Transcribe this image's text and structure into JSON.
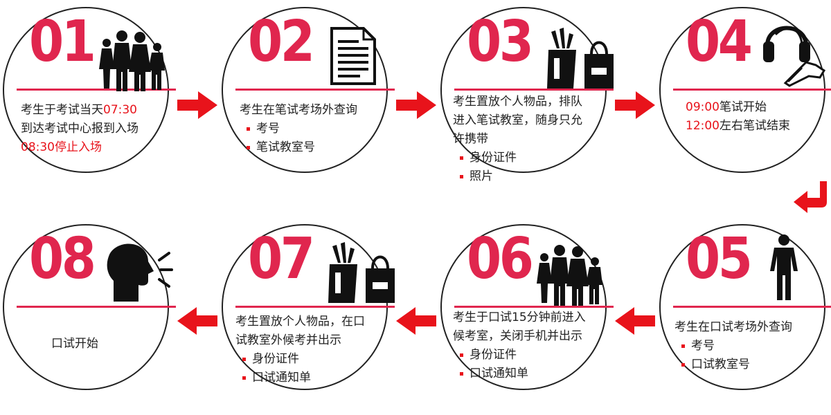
{
  "colors": {
    "accent": "#e0264e",
    "highlight": "#e8131b",
    "outline": "#222222"
  },
  "steps": [
    {
      "num": "01",
      "icon": "family-icon",
      "lines": [
        [
          {
            "t": "考生于考试当天"
          },
          {
            "t": "07:30",
            "red": true
          }
        ],
        [
          {
            "t": "到达考试中心报到入场"
          }
        ],
        [
          {
            "t": "08:30停止入场",
            "red": true
          }
        ]
      ],
      "bullets": []
    },
    {
      "num": "02",
      "icon": "document-icon",
      "lines": [
        [
          {
            "t": "考生在笔试考场外查询"
          }
        ]
      ],
      "bullets": [
        "考号",
        "笔试教室号"
      ]
    },
    {
      "num": "03",
      "icon": "bags-icon",
      "lines": [
        [
          {
            "t": "考生置放个人物品，排队"
          }
        ],
        [
          {
            "t": "进入笔试教室，随身只允"
          }
        ],
        [
          {
            "t": "许携带"
          }
        ]
      ],
      "bullets": [
        "身份证件",
        "照片"
      ]
    },
    {
      "num": "04",
      "icon": "headphones-writing-icon",
      "lines": [
        [
          {
            "t": "09:00",
            "red": true
          },
          {
            "t": "笔试开始"
          }
        ],
        [
          {
            "t": "12:00",
            "red": true
          },
          {
            "t": "左右笔试结束"
          }
        ]
      ],
      "bullets": []
    },
    {
      "num": "05",
      "icon": "person-icon",
      "lines": [
        [
          {
            "t": "考生在口试考场外查询"
          }
        ]
      ],
      "bullets": [
        "考号",
        "口试教室号"
      ]
    },
    {
      "num": "06",
      "icon": "family-icon",
      "lines": [
        [
          {
            "t": "考生于口试15分钟前进入"
          }
        ],
        [
          {
            "t": "候考室，关闭手机并出示"
          }
        ]
      ],
      "bullets": [
        "身份证件",
        "口试通知单"
      ]
    },
    {
      "num": "07",
      "icon": "bags-icon",
      "lines": [
        [
          {
            "t": "考生置放个人物品，在口"
          }
        ],
        [
          {
            "t": "试教室外候考并出示"
          }
        ]
      ],
      "bullets": [
        "身份证件",
        "口试通知单"
      ]
    },
    {
      "num": "08",
      "icon": "speaking-head-icon",
      "lines": [
        [
          {
            "t": "口试开始"
          }
        ]
      ],
      "bullets": []
    }
  ]
}
